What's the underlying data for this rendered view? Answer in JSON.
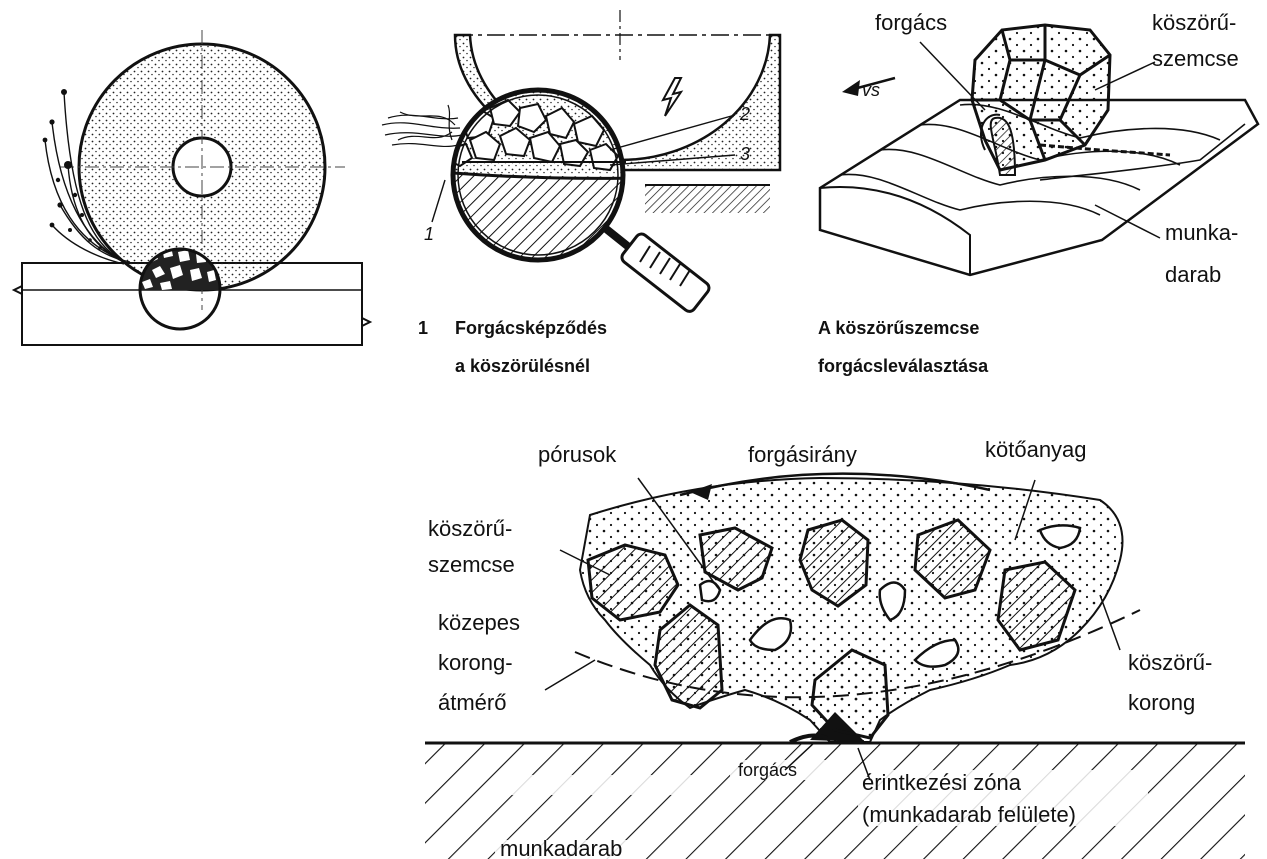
{
  "panel_wheel_overview": {},
  "panel_magnifier": {
    "marker_1": "1",
    "marker_2": "2",
    "marker_3": "3",
    "caption_number": "1",
    "caption_line1": "Forgácsképződés",
    "caption_line2": "a köszörülésnél"
  },
  "panel_grain": {
    "label_chip": "forgács",
    "label_grain_line1": "köszörű-",
    "label_grain_line2": "szemcse",
    "label_velocity": "vs",
    "label_workpiece_line1": "munka-",
    "label_workpiece_line2": "darab",
    "caption_line1": "A köszörűszemcse",
    "caption_line2": "forgácsleválasztása"
  },
  "panel_cross_section": {
    "label_pores": "pórusok",
    "label_rotation": "forgásirány",
    "label_binder": "kötőanyag",
    "label_grain_line1": "köszörű-",
    "label_grain_line2": "szemcse",
    "label_diameter_line1": "közepes",
    "label_diameter_line2": "korong-",
    "label_diameter_line3": "átmérő",
    "label_wheel_line1": "köszörű-",
    "label_wheel_line2": "korong",
    "label_chip": "forgács",
    "label_contact_line1": "érintkezési zóna",
    "label_contact_line2": "(munkadarab felülete)",
    "label_workpiece": "munkadarab"
  }
}
